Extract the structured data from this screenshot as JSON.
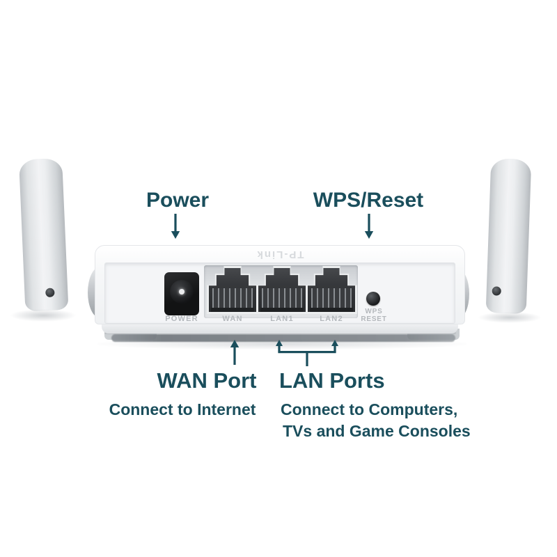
{
  "colors": {
    "annotation_teal": "#1a4e5c",
    "device_label_gray": "#b4b8bc",
    "brand_emboss_gray": "#d7dadd",
    "device_body_white": "#f4f5f7",
    "port_panel_gray": "#d6d9dc",
    "jack_black": "#1b1c1e"
  },
  "annotations": {
    "power_label": "Power",
    "wps_reset_label": "WPS/Reset",
    "wan_title": "WAN Port",
    "wan_subtitle": "Connect to Internet",
    "lan_title": "LAN Ports",
    "lan_subtitle_line1": "Connect to Computers,",
    "lan_subtitle_line2": "TVs and Game Consoles"
  },
  "device": {
    "brand": "TP-Link",
    "power_port_label": "POWER",
    "ethernet_ports": [
      {
        "label": "WAN"
      },
      {
        "label": "LAN1"
      },
      {
        "label": "LAN2"
      }
    ],
    "wps_button_label_line1": "WPS",
    "wps_button_label_line2": "RESET"
  }
}
